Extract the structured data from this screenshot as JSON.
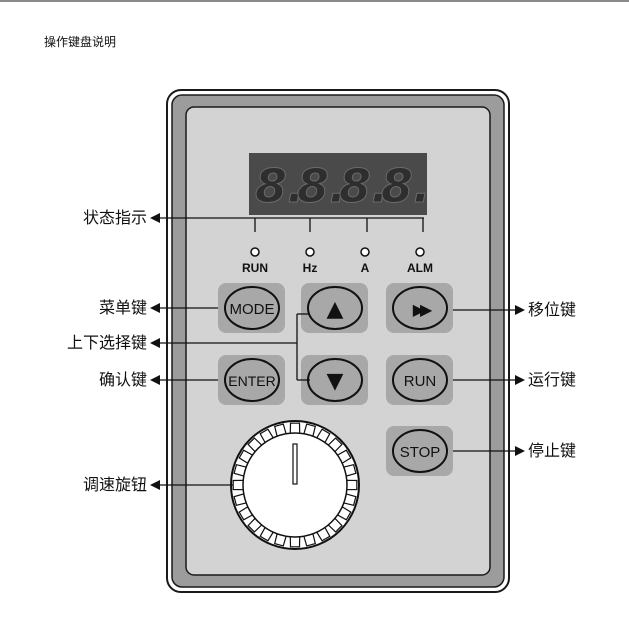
{
  "heading": "操作键盘说明",
  "display": {
    "digits": [
      "8.",
      "8.",
      "8.",
      "8."
    ]
  },
  "indicators": [
    {
      "label": "RUN"
    },
    {
      "label": "Hz"
    },
    {
      "label": "A"
    },
    {
      "label": "ALM"
    }
  ],
  "buttons": {
    "mode": "MODE",
    "enter": "ENTER",
    "run": "RUN",
    "stop": "STOP",
    "up": "▲",
    "down": "▼",
    "shift": "▶▶"
  },
  "callouts": {
    "status": "状态指示",
    "menu": "菜单键",
    "updown": "上下选择键",
    "confirm": "确认键",
    "knob": "调速旋钮",
    "shift": "移位键",
    "run": "运行键",
    "stop": "停止键"
  },
  "colors": {
    "panel_outer": "#9c9c9c",
    "panel_face": "#d3d3d3",
    "display_bg": "#4a4a4a",
    "segment": "#2e2e2e",
    "button_bg": "#a8a8a8"
  }
}
